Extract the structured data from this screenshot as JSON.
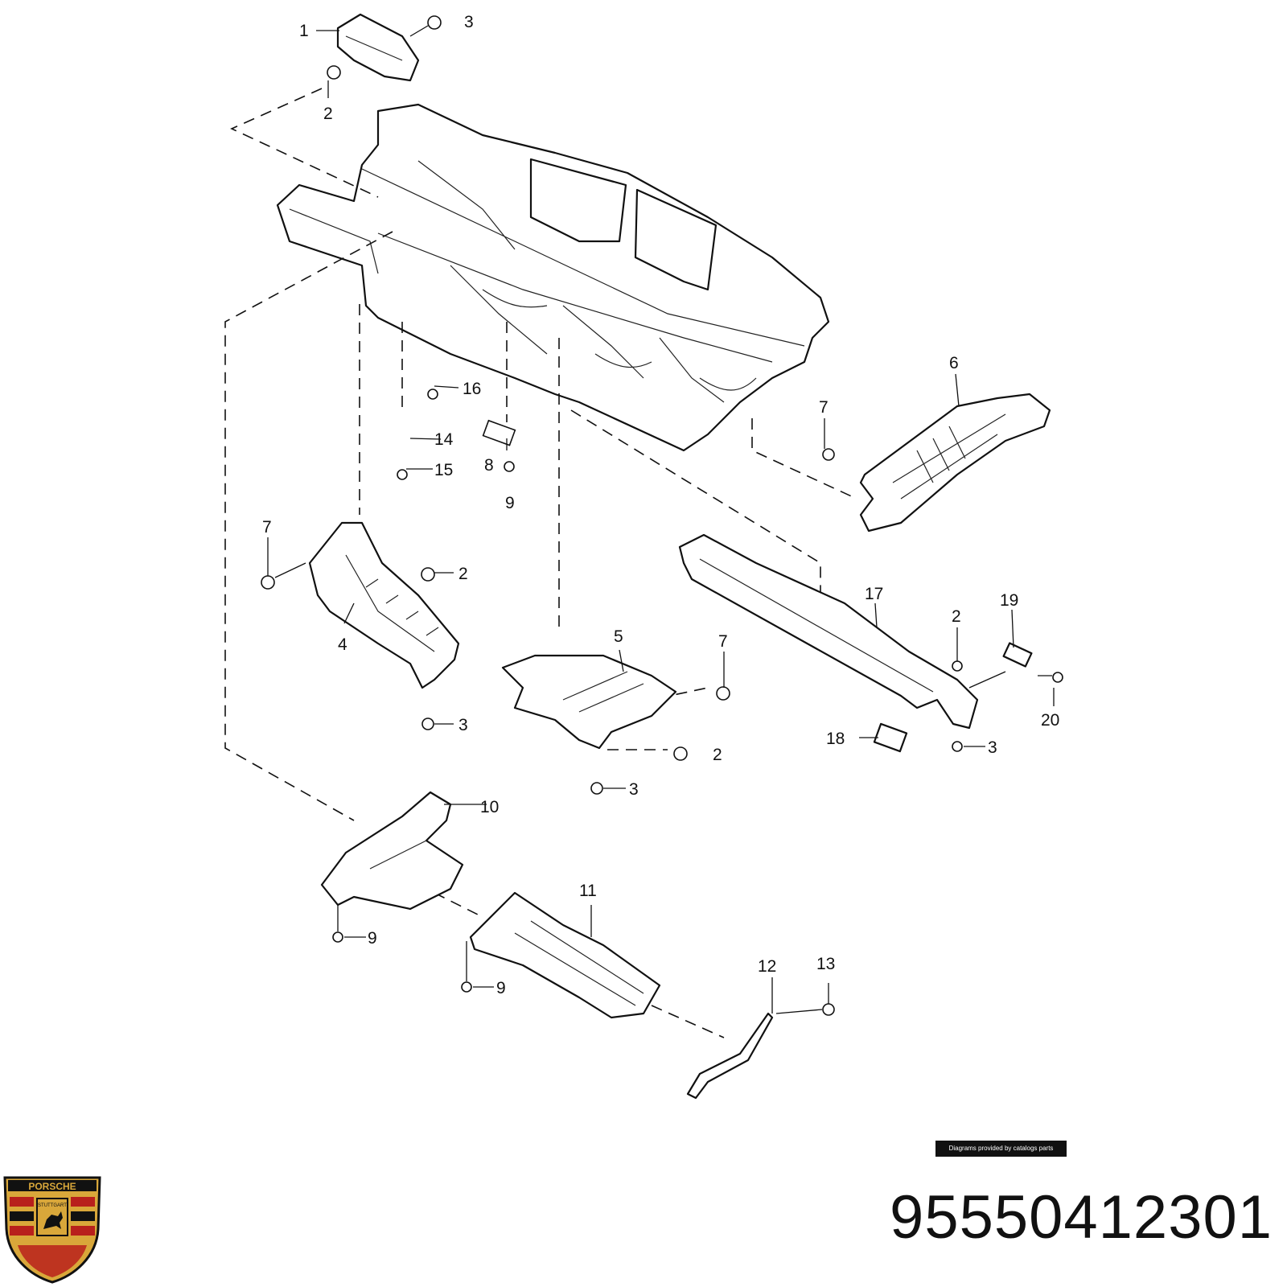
{
  "diagram": {
    "callouts": [
      "1",
      "2",
      "3",
      "2",
      "6",
      "7",
      "16",
      "14",
      "15",
      "8",
      "9",
      "7",
      "2",
      "4",
      "3",
      "5",
      "7",
      "17",
      "19",
      "2",
      "20",
      "18",
      "3",
      "2",
      "3",
      "10",
      "11",
      "9",
      "9",
      "12",
      "13"
    ]
  },
  "footer": {
    "credit": "Diagrams provided by catalogs parts",
    "part_number": "95550412301",
    "logo_wordmark": "PORSCHE",
    "logo_city": "STUTTGART"
  },
  "colors": {
    "line": "#111111",
    "logo_gold": "#d9a73a",
    "logo_red": "#b8201c",
    "logo_black": "#111111"
  },
  "icons": [
    "porsche-crest-icon"
  ]
}
